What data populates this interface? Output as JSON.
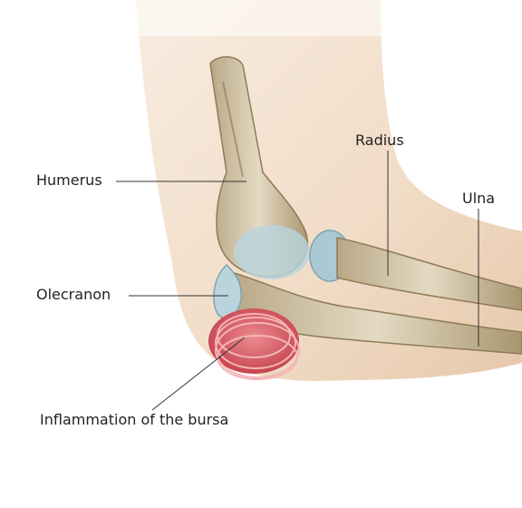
{
  "labels": {
    "humerus": "Humerus",
    "radius": "Radius",
    "ulna": "Ulna",
    "olecranon": "Olecranon",
    "bursa": "Inflammation of the bursa"
  },
  "colors": {
    "skin": "#f3e1cc",
    "skin_shadow": "#d9b99b",
    "bone": "#d8ccb0",
    "bone_dark": "#9c8a66",
    "cartilage": "#b7d3dc",
    "bursa": "#d9636b",
    "leader": "#333333"
  }
}
